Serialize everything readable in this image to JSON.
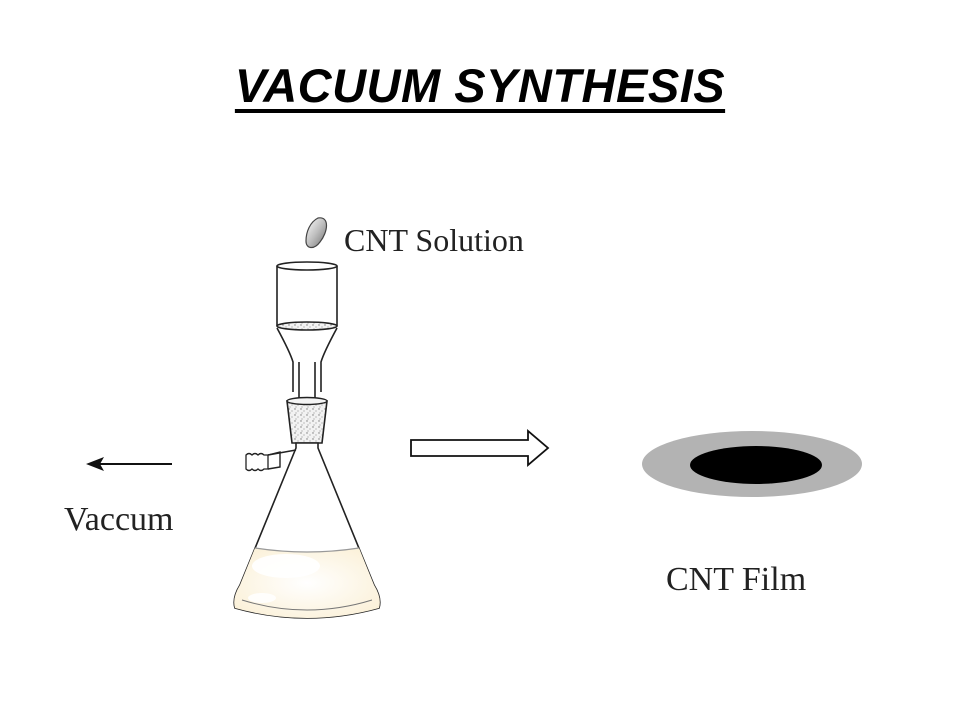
{
  "title": "VACUUM SYNTHESIS",
  "labels": {
    "solution": "CNT Solution",
    "vacuum": "Vaccum",
    "film": "CNT Film"
  },
  "colors": {
    "liquid": "#fdf6e3",
    "film_outer": "#b3b3b3",
    "film_inner": "#000000",
    "droplet": "#a9a9a9"
  }
}
